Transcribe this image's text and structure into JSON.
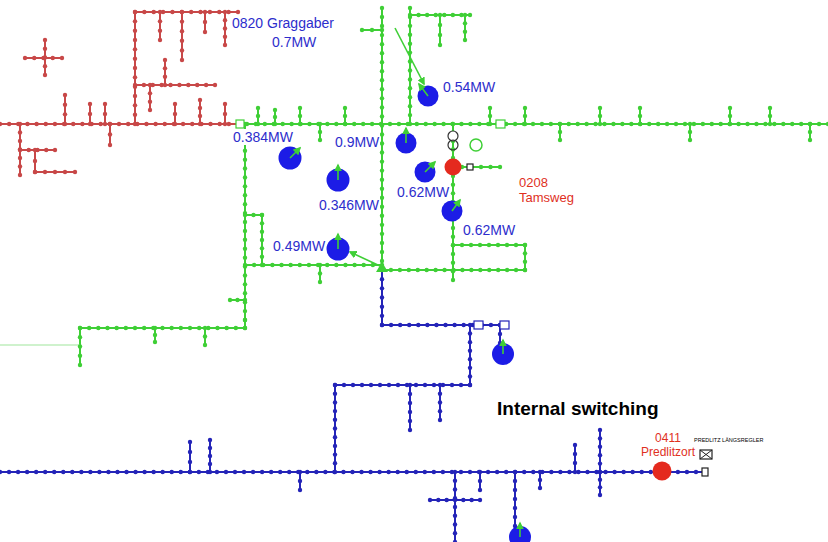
{
  "diagram": {
    "nodes": [
      {
        "text": [
          "0.54MW"
        ]
      },
      {
        "text": [
          "0.9MW"
        ]
      },
      {
        "text": [
          "0.384MW"
        ]
      },
      {
        "text": [
          "0208 Tamsweg"
        ]
      },
      {
        "text": [
          "0.62MW"
        ]
      },
      {
        "text": [
          "0.346MW"
        ]
      },
      {
        "text": [
          "0.62MW"
        ]
      },
      {
        "text": [
          "0.49MW"
        ]
      },
      {
        "text": [
          "0411 Predlitzort"
        ]
      }
    ],
    "labels": [
      "0820 Graggaber",
      "0.7MW",
      "Internal switching",
      "PREDLITZ LÄNGSREGLER"
    ]
  }
}
